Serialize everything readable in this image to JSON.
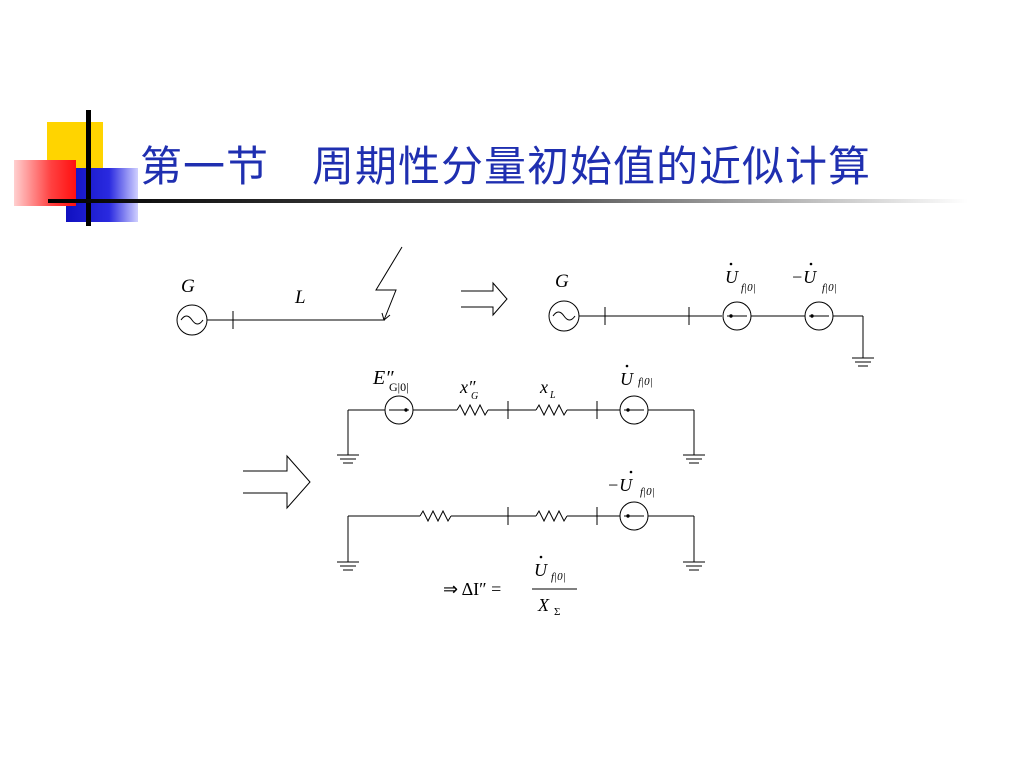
{
  "title": "第一节　周期性分量初始值的近似计算",
  "colors": {
    "title": "#1f2fb0",
    "deco_yellow": "#ffd400",
    "deco_blue": "#1f1fd0",
    "deco_red": "#ff2020",
    "line": "#000000"
  },
  "labels": {
    "g1": "G",
    "l1": "L",
    "g2": "G",
    "uf_main": "U",
    "uf_sub": "f|0|",
    "neg_uf_main": "−U",
    "neg_uf_sub": "f|0|",
    "eg_main": "E″",
    "eg_sub": "G|0|",
    "xg_main": "x″",
    "xg_sub": "G",
    "xl_main": "x",
    "xl_sub": "L",
    "uf3_main": "U",
    "uf3_sub": "f|0|",
    "neg_uf4_main": "−U",
    "neg_uf4_sub": "f|0|",
    "formula_lhs": "⇒ ΔI″ =",
    "formula_num_main": "U",
    "formula_num_sub": "f|0|",
    "formula_den_main": "X",
    "formula_den_sub": "Σ"
  }
}
